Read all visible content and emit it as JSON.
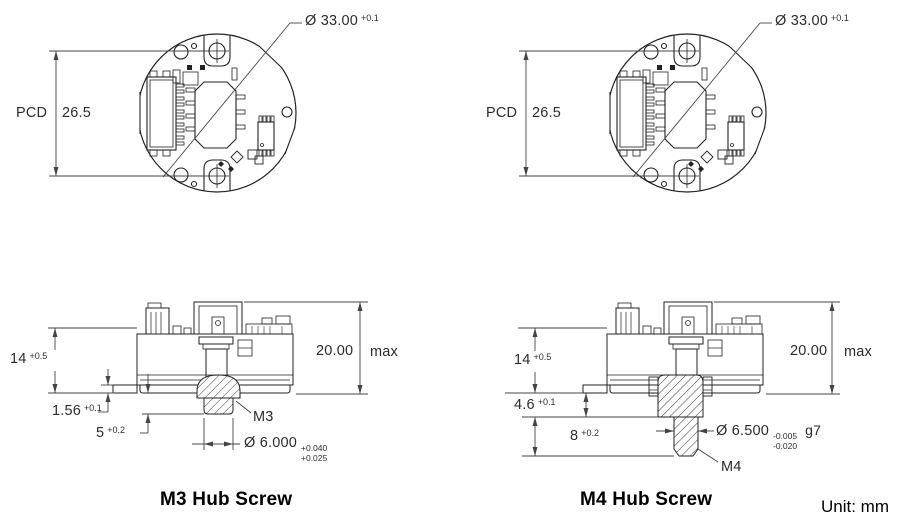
{
  "top_view_left": {
    "diameter": "Ø 33.00",
    "diameter_tol": "+0.1",
    "pcd_label": "PCD",
    "pcd_value": "26.5"
  },
  "top_view_right": {
    "diameter": "Ø 33.00",
    "diameter_tol": "+0.1",
    "pcd_label": "PCD",
    "pcd_value": "26.5"
  },
  "section_m3": {
    "title": "M3 Hub Screw",
    "overall_height": "20.00",
    "overall_height_qualifier": "max",
    "body_height": "14",
    "body_height_tol": "+0.5",
    "plate_thickness": "1.56",
    "plate_thickness_tol": "+0.1",
    "screw_protrusion": "5",
    "screw_protrusion_tol": "+0.2",
    "thread_label": "M3",
    "hub_diameter": "Ø 6.000",
    "hub_diameter_tol_upper": "+0.040",
    "hub_diameter_tol_lower": "+0.025"
  },
  "section_m4": {
    "title": "M4 Hub Screw",
    "overall_height": "20.00",
    "overall_height_qualifier": "max",
    "body_height": "14",
    "body_height_tol": "+0.5",
    "boss_height": "4.6",
    "boss_height_tol": "+0.1",
    "shaft_length": "8",
    "shaft_length_tol": "+0.2",
    "thread_label": "M4",
    "shaft_diameter": "Ø 6.500",
    "shaft_diameter_tol_upper": "-0.005",
    "shaft_diameter_tol_lower": "-0.020",
    "shaft_fit": "g7"
  },
  "footer": {
    "unit_label": "Unit: mm"
  }
}
